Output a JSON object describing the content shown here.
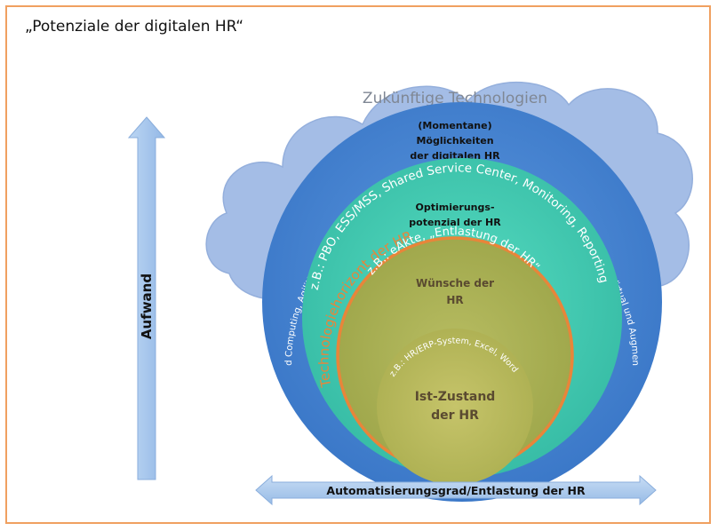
{
  "title": "„Potenziale der digitalen HR“",
  "y_axis": {
    "label": "Aufwand"
  },
  "x_axis": {
    "label": "Automatisierungsgrad/Entlastung der HR"
  },
  "cloud": {
    "label": "Zukünftige Technologien"
  },
  "rings": {
    "blue": {
      "label_line1": "(Momentane)",
      "label_line2": "Möglichkeiten",
      "label_line3": "der digitalen HR",
      "arc_text": "Mobile HR, Cloud Computing, Agilität, Data/People Analytics, Künstliche Intelligenz, Robotic (Process Automation), Virtual und Augmented Reality, etc."
    },
    "teal": {
      "label_line1": "Optimierungs-",
      "label_line2": "potenzial der HR",
      "arc_text": "z.B.: PBO, ESS/MSS, Shared Service Center, Monitoring, Reporting",
      "horizon_text": "Technologiehorizont der HR"
    },
    "olive": {
      "label_line1": "Wünsche der",
      "label_line2": "HR",
      "arc_text": "z.B.: eAkte, „Entlastung der HR“"
    },
    "inner": {
      "label_line1": "Ist-Zustand",
      "label_line2": "der HR",
      "arc_text": "z.B.: HR/ERP-System, Excel, Word"
    }
  },
  "colors": {
    "cloud": "#a4bde6",
    "blue_ring": "#3f7fd0",
    "teal_ring": "#3ec8b0",
    "olive_ring": "#a8b050",
    "inner": "#b8ba5c",
    "horizon_orange": "#e8853a",
    "arrow": "#a9c8ec",
    "frame": "#f0a060"
  }
}
